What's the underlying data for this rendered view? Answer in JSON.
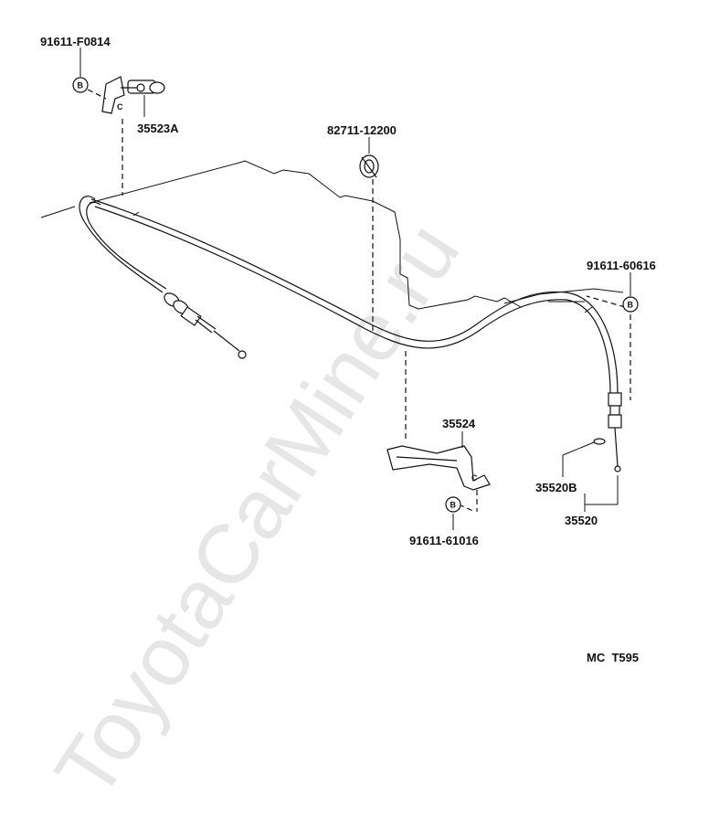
{
  "watermark": "ToyotaCarMine.ru",
  "diagram_code": "MC  T595",
  "bolt_symbol": "B",
  "clamp_letter": "C",
  "labels": {
    "bolt_top_left": "91611-F0814",
    "bracket_top_left": "35523A",
    "clip_center": "82711-12200",
    "bolt_right": "91611-60616",
    "bracket_center": "35524",
    "bolt_center": "91611-61016",
    "cable_sub": "35520B",
    "cable_assy": "35520"
  }
}
